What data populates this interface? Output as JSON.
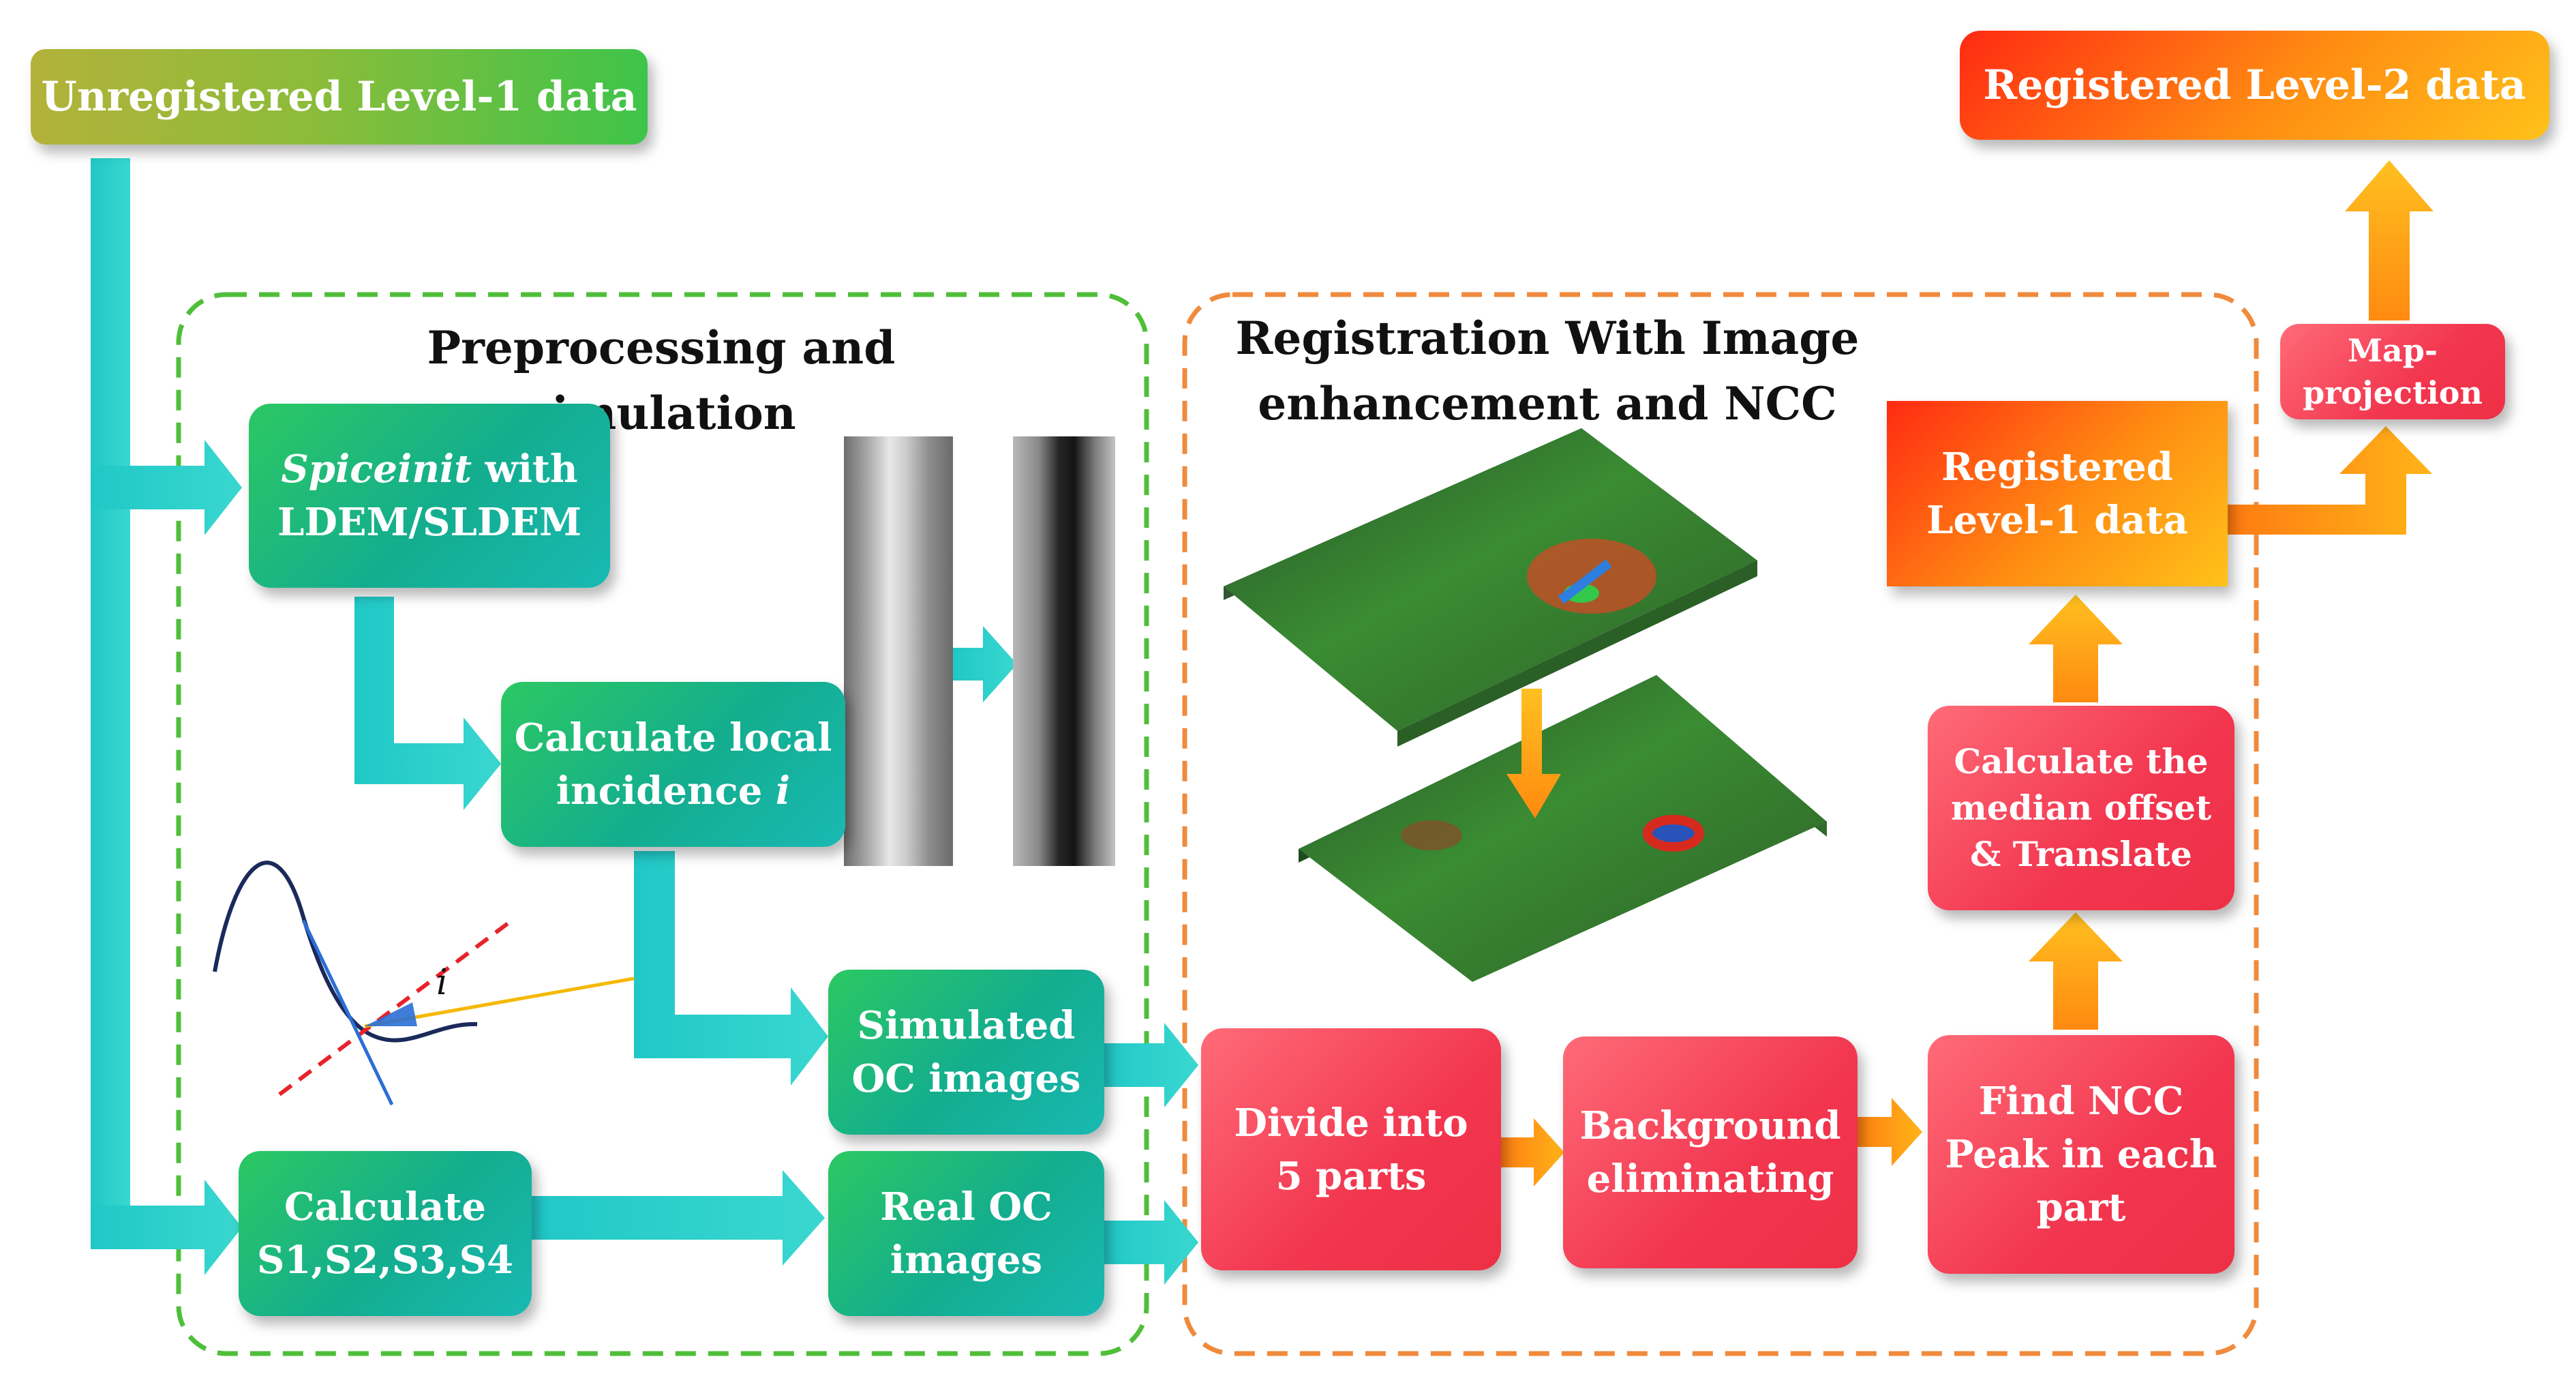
{
  "nodes": {
    "unregistered_level1": "Unregistered Level-1 data",
    "registered_level2": "Registered Level-2 data",
    "spiceinit_italic": "Spiceinit",
    "spiceinit_rest": " with\nLDEM/SLDEM",
    "calc_local_line1": "Calculate local",
    "calc_local_line2": "incidence ",
    "calc_local_italic": "i",
    "simulated_oc": "Simulated\nOC images",
    "calculate_s": "Calculate\nS1,S2,S3,S4",
    "real_oc": "Real OC\nimages",
    "divide_parts": "Divide into\n5 parts",
    "background_elim": "Background\neliminating",
    "find_ncc": "Find NCC\nPeak in each\npart",
    "calc_median": "Calculate the\nmedian offset\n& Translate",
    "registered_level1": "Registered\nLevel-1 data",
    "map_projection": "Map-\nprojection"
  },
  "groups": {
    "preprocessing_title": "Preprocessing and simulation",
    "registration_title": "Registration With Image\nenhancement and NCC"
  },
  "inset": {
    "angle_label": "i"
  },
  "colors": {
    "teal_arrow": "#21c9c4",
    "orange_arrow": "#ff9c14",
    "green_dash": "#4fbf3a",
    "orange_dash": "#f08a3c",
    "curve": "#1a2a5a",
    "tangent": "#e8222a",
    "normal": "#2b6fd6",
    "sun_ray": "#f5b800"
  }
}
